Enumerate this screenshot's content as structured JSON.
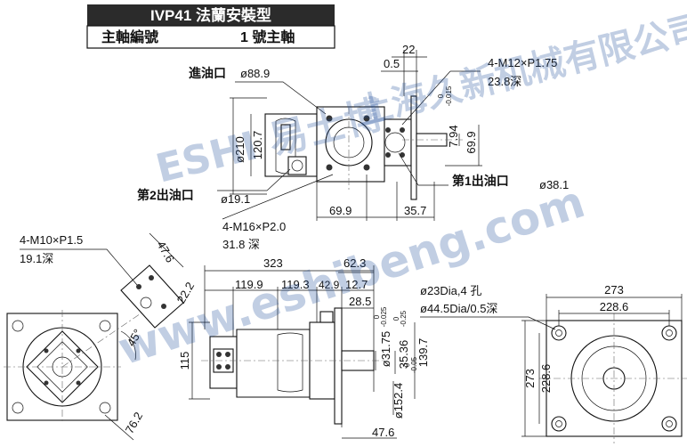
{
  "header": {
    "model": "IVP41 法蘭安裝型",
    "shaft_label": "主軸編號",
    "shaft_value": "1 號主軸"
  },
  "labels": {
    "inlet": "進油口",
    "inlet_dia": "ø88.9",
    "outlet2": "第2出油口",
    "outlet2_dia": "ø19.1",
    "outlet1": "第1出油口",
    "outlet1_dia": "ø38.1",
    "screw1": "4-M12×P1.75",
    "screw1_depth": "23.8深",
    "screw2": "4-M16×P2.0",
    "screw2_depth": "31.8 深",
    "screw3": "4-M10×P1.5",
    "screw3_depth": "19.1深",
    "flange_hole": "ø23Dia,4 孔",
    "flange_spot": "ø44.5Dia/0.5深"
  },
  "dims": {
    "d22": "22",
    "d05": "0.5",
    "d794": "7.94",
    "d794_tol_top": "0",
    "d794_tol_bot": "-0.015",
    "d699_side": "69.9",
    "d210": "ø210",
    "d1207": "120.7",
    "d699_bot": "69.9",
    "d357": "35.7",
    "d476": "47.6",
    "d222": "22.2",
    "d45": "45°",
    "d762": "76.2",
    "d323": "323",
    "d623": "62.3",
    "d1199": "119.9",
    "d1193": "119.3",
    "d429": "42.9",
    "d127": "12.7",
    "d285": "28.5",
    "d3175": "ø31.75",
    "d3175_tol_top": "0",
    "d3175_tol_bot": "-0.025",
    "d3536": "35.36",
    "d3536_tol_top": "0",
    "d3536_tol_bot": "-0.25",
    "d1397": "139.7",
    "d115": "115",
    "d1524": "ø152.4",
    "d1524_tol_top": "0",
    "d1524_tol_bot": "-0.05",
    "d476_b": "47.6",
    "d273_top": "273",
    "d2286_top": "228.6",
    "d273_side": "273",
    "d2286_side": "228.6"
  },
  "watermark": {
    "line1": "ESHI 易士博",
    "line2": "上海久新机械有限公司",
    "line3": "www.eshibeng.com"
  }
}
